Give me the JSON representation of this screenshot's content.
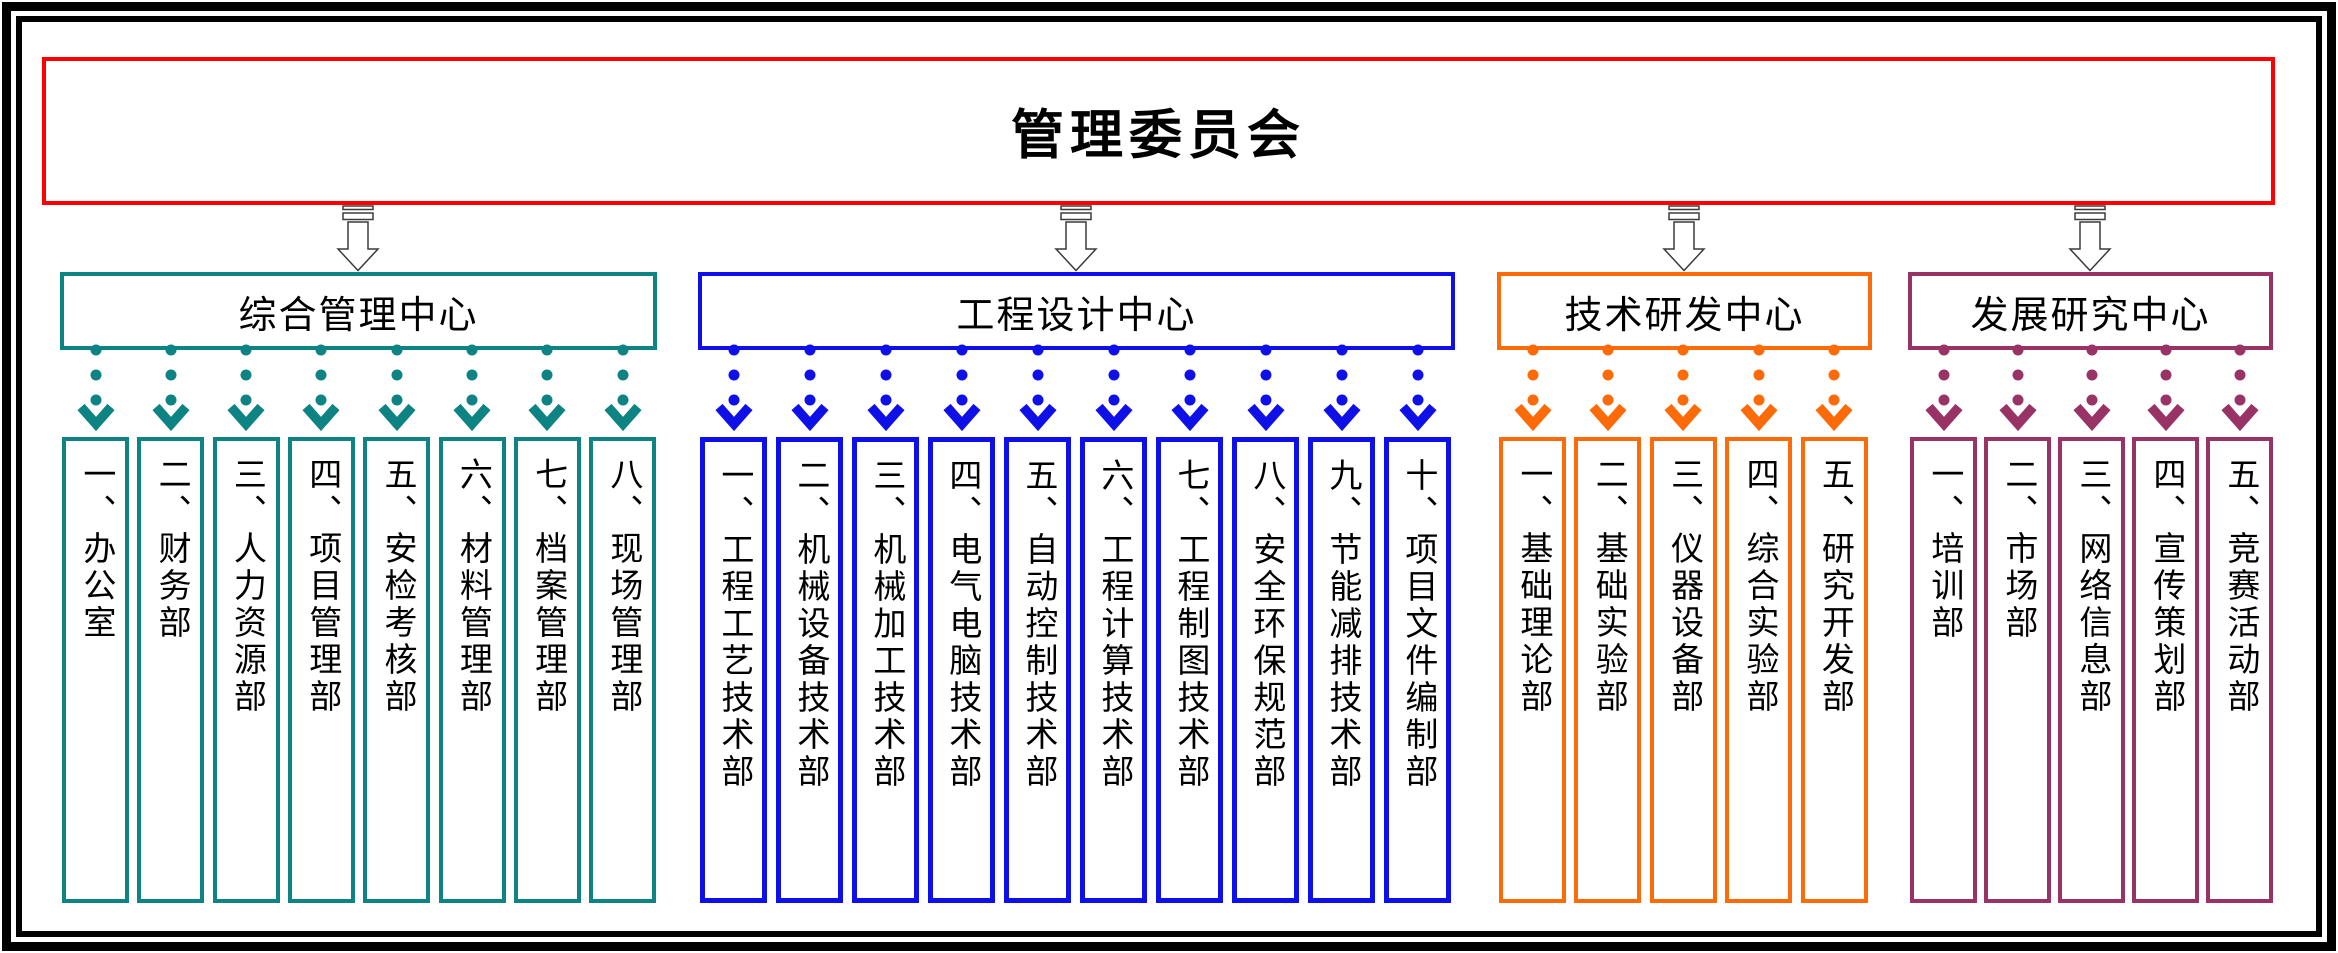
{
  "title": "管理委员会",
  "title_border_color": "#fe0000",
  "frame_color": "#000000",
  "groups": [
    {
      "name": "综合管理中心",
      "color": "#0d8383",
      "departments": [
        "一、办公室",
        "二、财务部",
        "三、人力资源部",
        "四、项目管理部",
        "五、安检考核部",
        "六、材料管理部",
        "七、档案管理部",
        "八、现场管理部"
      ]
    },
    {
      "name": "工程设计中心",
      "color": "#0f0fe8",
      "departments": [
        "一、工程工艺技术部",
        "二、机械设备技术部",
        "三、机械加工技术部",
        "四、电气电脑技术部",
        "五、自动控制技术部",
        "六、工程计算技术部",
        "七、工程制图技术部",
        "八、安全环保规范部",
        "九、节能减排技术部",
        "十、项目文件编制部"
      ]
    },
    {
      "name": "技术研发中心",
      "color": "#fd6a08",
      "departments": [
        "一、基础理论部",
        "二、基础实验部",
        "三、仪器设备部",
        "四、综合实验部",
        "五、研究开发部"
      ]
    },
    {
      "name": "发展研究中心",
      "color": "#993366",
      "departments": [
        "一、培训部",
        "二、市场部",
        "三、网络信息部",
        "四、宣传策划部",
        "五、竞赛活动部"
      ]
    }
  ]
}
